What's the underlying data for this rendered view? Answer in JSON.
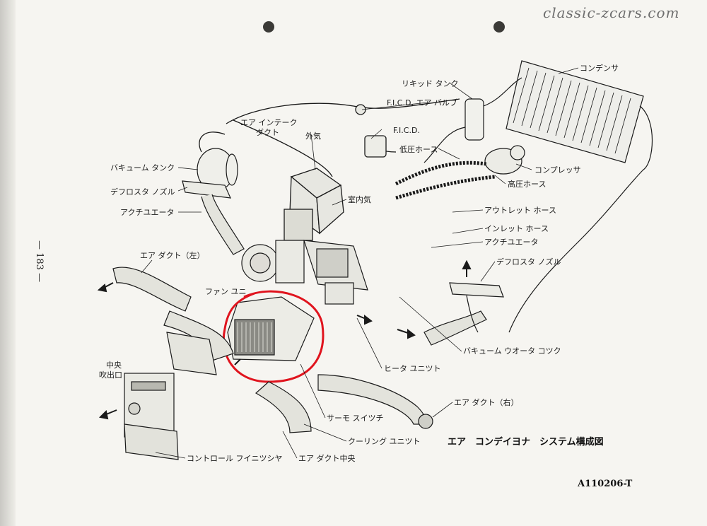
{
  "watermark": "classic-zcars.com",
  "page_number": "— 183 —",
  "caption": "エア　コンデイヨナ　システム構成図",
  "figure_id": "A110206-T",
  "labels": {
    "condenser": "コンデンサ",
    "liquid_tank": "リキッド タンク",
    "ficd_air_valve": "F.I.C.D. エア バルブ",
    "ficd": "F.I.C.D.",
    "low_pressure_hose": "低圧ホース",
    "compressor": "コンプレッサ",
    "high_pressure_hose": "高圧ホース",
    "air_intake_duct_1": "エア インテーク",
    "air_intake_duct_2": "ダクト",
    "outside_air": "外気",
    "inside_air": "室内気",
    "vacuum_tank": "バキューム タンク",
    "defroster_nozzle_left": "デフロスタ ノズル",
    "actuator_left": "アクチユエータ",
    "air_duct_left": "エア ダクト（左）",
    "fan_unit": "ファン ユニ",
    "outlet_hose": "アウトレット ホース",
    "inlet_hose": "インレット ホース",
    "actuator_right": "アクチユエータ",
    "defroster_nozzle_right": "デフロスタ ノズル",
    "vacuum_water_cock": "バキューム ウオータ コツク",
    "heater_unit": "ヒータ ユニツト",
    "center_outlet_1": "中央",
    "center_outlet_2": "吹出口",
    "thermo_switch": "サーモ スイツチ",
    "air_duct_right": "エア ダクト（右）",
    "cooling_unit": "クーリング ユニツト",
    "control_finisher": "コントロール フイニツシヤ",
    "air_duct_center": "エア ダクト中央"
  },
  "colors": {
    "highlight": "#e0141e",
    "ink": "#1a1a1a"
  }
}
